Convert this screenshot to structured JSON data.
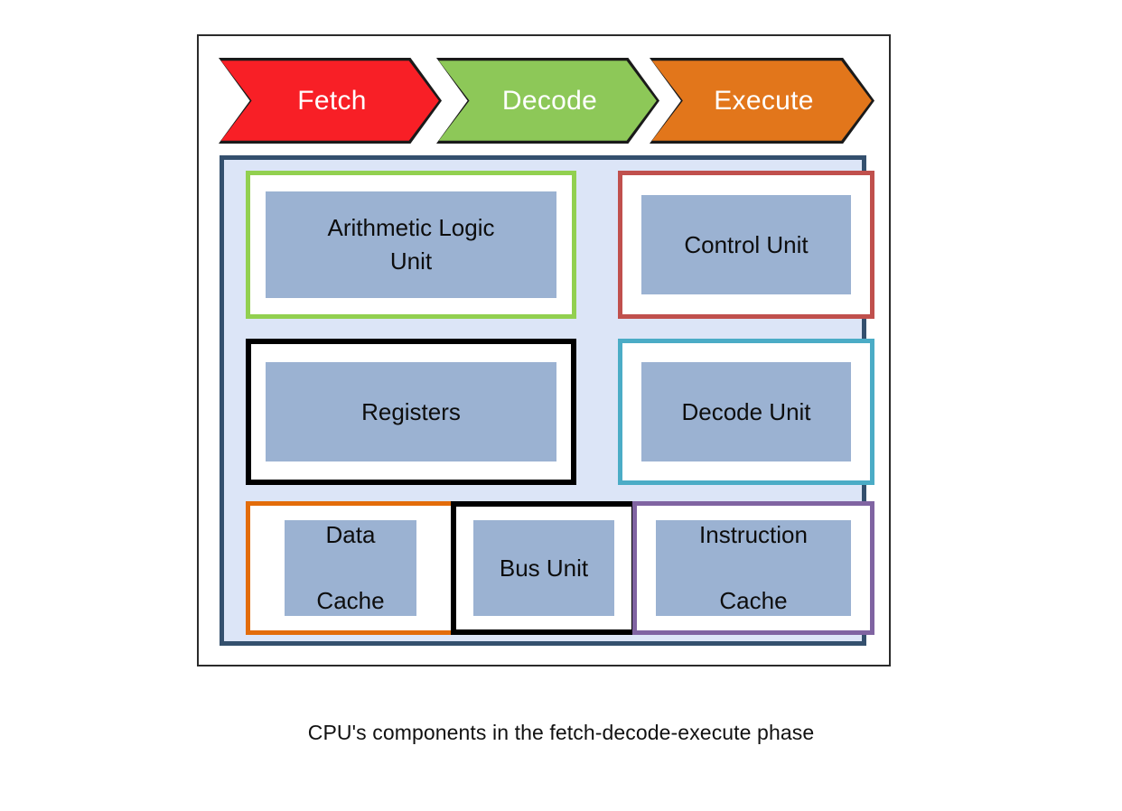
{
  "diagram": {
    "caption": "CPU's components in the fetch-decode-execute phase",
    "phases": [
      {
        "id": "fetch",
        "label": "Fetch",
        "color": "#f81f26"
      },
      {
        "id": "decode",
        "label": "Decode",
        "color": "#8dc858"
      },
      {
        "id": "execute",
        "label": "Execute",
        "color": "#e2761b"
      }
    ],
    "cpu": {
      "fill": "#dce5f7",
      "border_color": "#34506e",
      "inner_box_fill": "#9bb2d2",
      "components": [
        {
          "id": "alu",
          "label": "Arithmetic Logic\nUnit",
          "border_color": "#92d050",
          "row": 1,
          "column": "left"
        },
        {
          "id": "control-unit",
          "label": "Control Unit",
          "border_color": "#c0504d",
          "row": 1,
          "column": "right"
        },
        {
          "id": "registers",
          "label": "Registers",
          "border_color": "#000000",
          "row": 2,
          "column": "left"
        },
        {
          "id": "decode-unit",
          "label": "Decode Unit",
          "border_color": "#4bacc6",
          "row": 2,
          "column": "right"
        },
        {
          "id": "data-cache",
          "label": "Data\n\nCache",
          "border_color": "#e36c0a",
          "row": 3,
          "column": "left"
        },
        {
          "id": "bus-unit",
          "label": "Bus Unit",
          "border_color": "#000000",
          "row": 3,
          "column": "center"
        },
        {
          "id": "instruction-cache",
          "label": "Instruction\n\nCache",
          "border_color": "#8064a2",
          "row": 3,
          "column": "right"
        }
      ]
    }
  }
}
